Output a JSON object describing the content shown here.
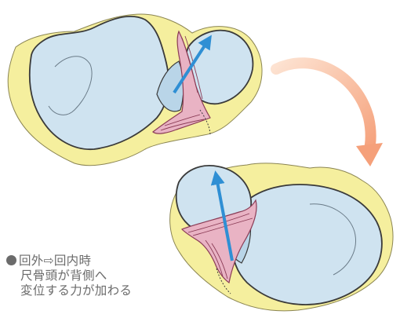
{
  "caption": {
    "line1": "回外⇨回内時",
    "line2": "尺骨頭が背側へ",
    "line3": "変位する力が加わる"
  },
  "colors": {
    "bone_fill": "#cfe3f0",
    "bone_outline": "#3a3a3a",
    "capsule_fill": "#f5ef9e",
    "ligament_fill": "#e9b3c4",
    "ligament_stroke": "#8a3b55",
    "force_arrow": "#2f8fd4",
    "rotation_arrow": "#f6b58d",
    "caption_text": "#6b6b6b"
  },
  "icons": {
    "bullet": "filled-circle",
    "rotation": "curved-arrow"
  }
}
